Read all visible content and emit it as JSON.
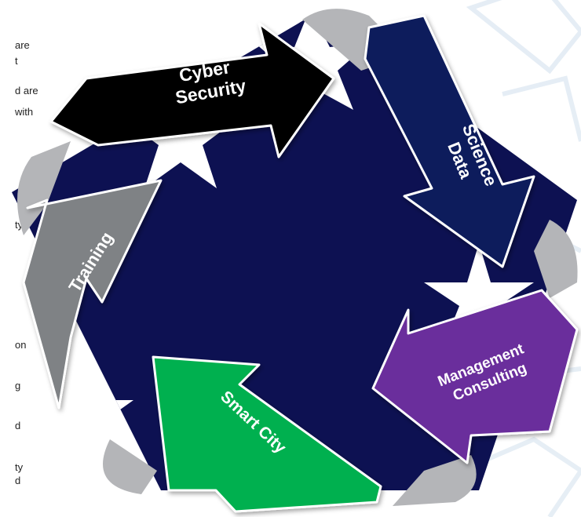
{
  "side_text": {
    "line_1": "are",
    "line_2": "t",
    "line_3": "d are",
    "line_4": "with",
    "line_5": "ty",
    "line_6": "on",
    "line_7": "g",
    "line_8": "d",
    "line_9": "ty",
    "line_10": "d"
  },
  "cycle": {
    "cyber_line1": "Cyber",
    "cyber_line2": "Security",
    "data_line1": "Data",
    "data_line2": "Science",
    "mgmt_line1": "Management",
    "mgmt_line2": "Consulting",
    "smart_city": "Smart City",
    "training": "Training"
  },
  "colors": {
    "pentagon": "#0d1152",
    "cyber": "#000000",
    "data": "#0a1a5c",
    "management": "#6b2d9c",
    "smart_city": "#00b04f",
    "training": "#7f8285",
    "ribbon": "#b4b5b8"
  }
}
